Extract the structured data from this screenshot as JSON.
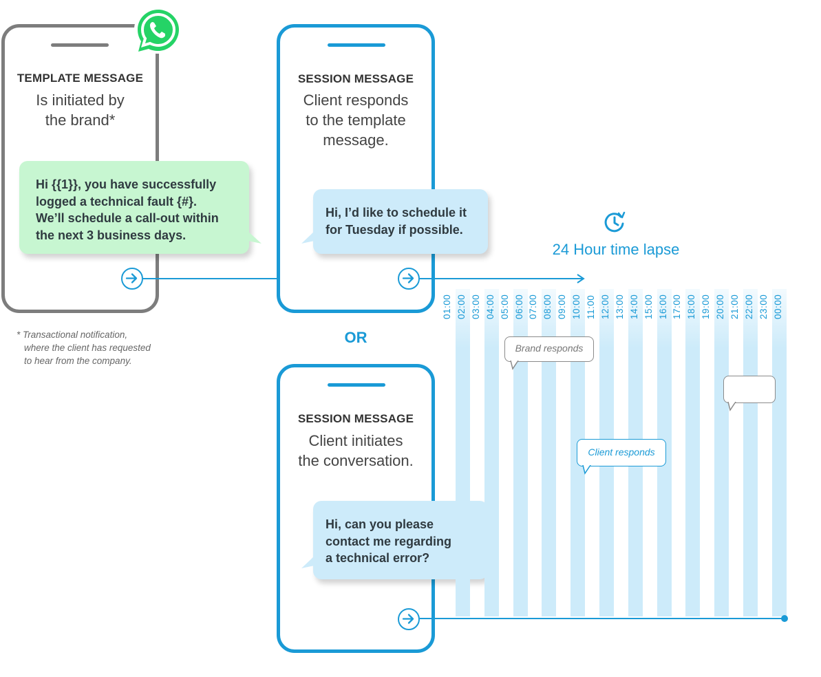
{
  "template_phone": {
    "title": "TEMPLATE MESSAGE",
    "desc_line1": "Is initiated by",
    "desc_line2": "the brand*",
    "bubble_lines": [
      "Hi {{1}}, you have successfully",
      "logged a technical fault {#}.",
      "We’ll schedule a call-out within",
      "the next 3 business days."
    ]
  },
  "session_phone_1": {
    "title": "SESSION MESSAGE",
    "desc_lines": [
      "Client responds",
      "to the template",
      "message."
    ],
    "bubble_lines": [
      "Hi, I’d like to schedule it",
      "for Tuesday if possible."
    ]
  },
  "or_label": "OR",
  "session_phone_2": {
    "title": "SESSION MESSAGE",
    "desc_lines": [
      "Client initiates",
      "the conversation."
    ],
    "bubble_lines": [
      "Hi, can you please",
      "contact me regarding",
      "a technical error?"
    ]
  },
  "footnote_lines": [
    "* Transactional notification,",
    "where the client has requested",
    "to hear from the company."
  ],
  "timeline": {
    "title": "24 Hour time lapse",
    "hours": [
      "01:00",
      "02:00",
      "03:00",
      "04:00",
      "05:00",
      "06:00",
      "07:00",
      "08:00",
      "09:00",
      "10:00",
      "11:00",
      "12:00",
      "13:00",
      "14:00",
      "15:00",
      "16:00",
      "17:00",
      "18:00",
      "19:00",
      "20:00",
      "21:00",
      "22:00",
      "23:00",
      "00:00"
    ],
    "brand_responds": "Brand responds",
    "client_responds": "Client responds",
    "empty_bubble": ""
  },
  "colors": {
    "accent": "#1a9ad6",
    "green_bubble": "#c7f6d1",
    "blue_bubble": "#cdebfa",
    "whatsapp": "#25d366",
    "grey_phone": "#7d7d7d"
  },
  "icons": [
    "whatsapp-icon",
    "arrow-right-circle-icon",
    "clock-refresh-icon"
  ]
}
